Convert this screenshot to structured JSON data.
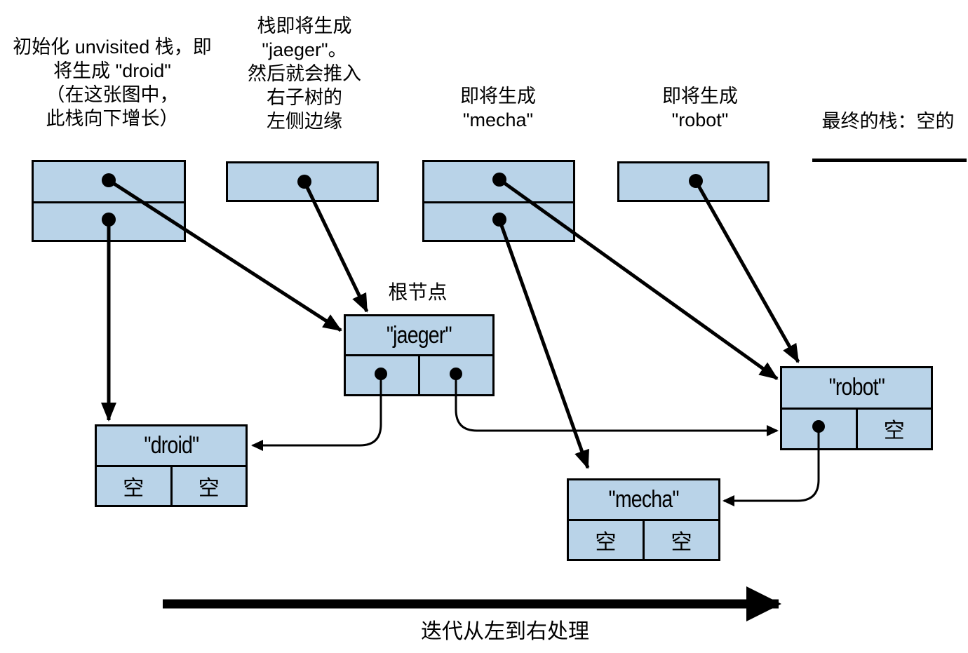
{
  "colors": {
    "box_fill": "#b9d3e8",
    "line": "#000000"
  },
  "captions": {
    "stack1": "初始化 unvisited 栈，即\n将生成 \"droid\"\n（在这张图中，\n此栈向下增长）",
    "stack2": "栈即将生成\n\"jaeger\"。\n然后就会推入\n右子树的\n左侧边缘",
    "stack3": "即将生成\n\"mecha\"",
    "stack4": "即将生成\n\"robot\"",
    "final_stack": "最终的栈：空的",
    "root_label": "根节点",
    "bottom": "迭代从左到右处理"
  },
  "nodes": {
    "jaeger": {
      "title": "\"jaeger\"",
      "left": "",
      "right": ""
    },
    "droid": {
      "title": "\"droid\"",
      "left": "空",
      "right": "空"
    },
    "mecha": {
      "title": "\"mecha\"",
      "left": "空",
      "right": "空"
    },
    "robot": {
      "title": "\"robot\"",
      "left": "",
      "right": "空"
    }
  }
}
